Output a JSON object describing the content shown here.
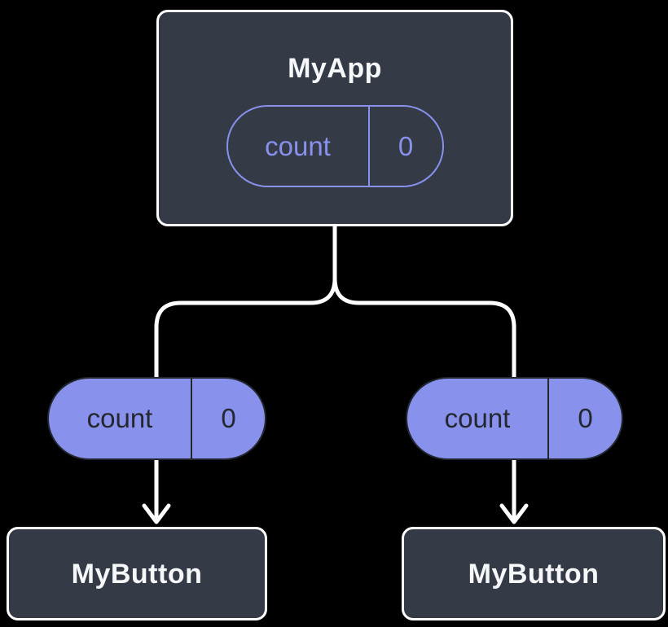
{
  "colors": {
    "background": "#000000",
    "card": "#343A46",
    "card_border": "#FFFFFF",
    "purple": "#8891EC",
    "dark_text": "#23272F",
    "title_text": "#F6F7F9",
    "connector": "#FFFFFF"
  },
  "diagram": {
    "root": {
      "title": "MyApp",
      "state_pill": {
        "name": "count",
        "value": "0"
      }
    },
    "left_branch": {
      "prop_pill": {
        "name": "count",
        "value": "0"
      },
      "child": {
        "title": "MyButton"
      }
    },
    "right_branch": {
      "prop_pill": {
        "name": "count",
        "value": "0"
      },
      "child": {
        "title": "MyButton"
      }
    }
  }
}
